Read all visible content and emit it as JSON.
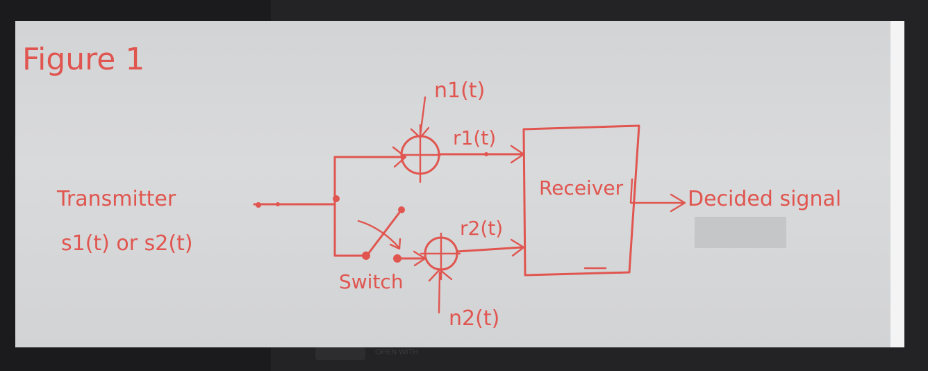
{
  "figure": {
    "title": "Figure 1",
    "transmitter_label": "Transmitter",
    "transmitter_signals": "s1(t) or s2(t)",
    "noise_top": "n1(t)",
    "noise_bottom": "n2(t)",
    "received_top": "r1(t)",
    "received_bottom": "r2(t)",
    "receiver_label": "Receiver",
    "output_label": "Decided signal",
    "switch_label": "Switch",
    "stroke_color": "#e0554f"
  },
  "viewer": {
    "open_with_label": "OPEN WITH"
  }
}
